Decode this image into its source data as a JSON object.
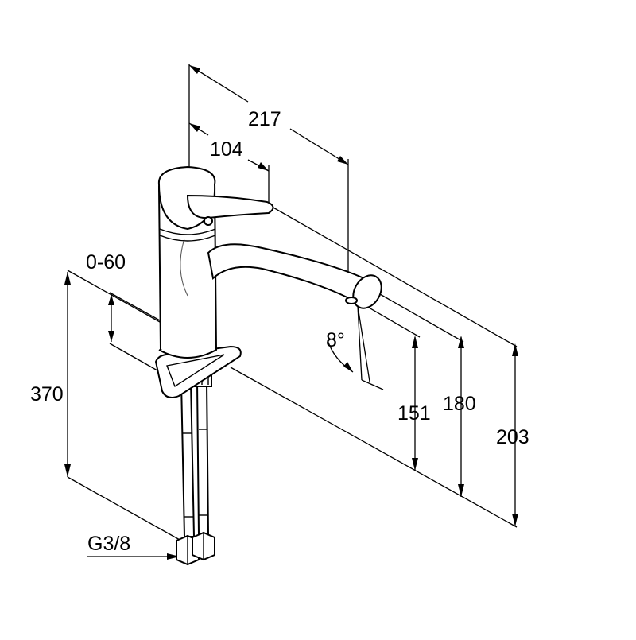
{
  "dimensions": {
    "total_length": "217",
    "lever_length": "104",
    "clamp_range": "0-60",
    "hose_length": "370",
    "connection_thread": "G3/8",
    "angle": "8°",
    "spout_height_151": "151",
    "spout_height_180": "180",
    "overall_height": "203"
  }
}
